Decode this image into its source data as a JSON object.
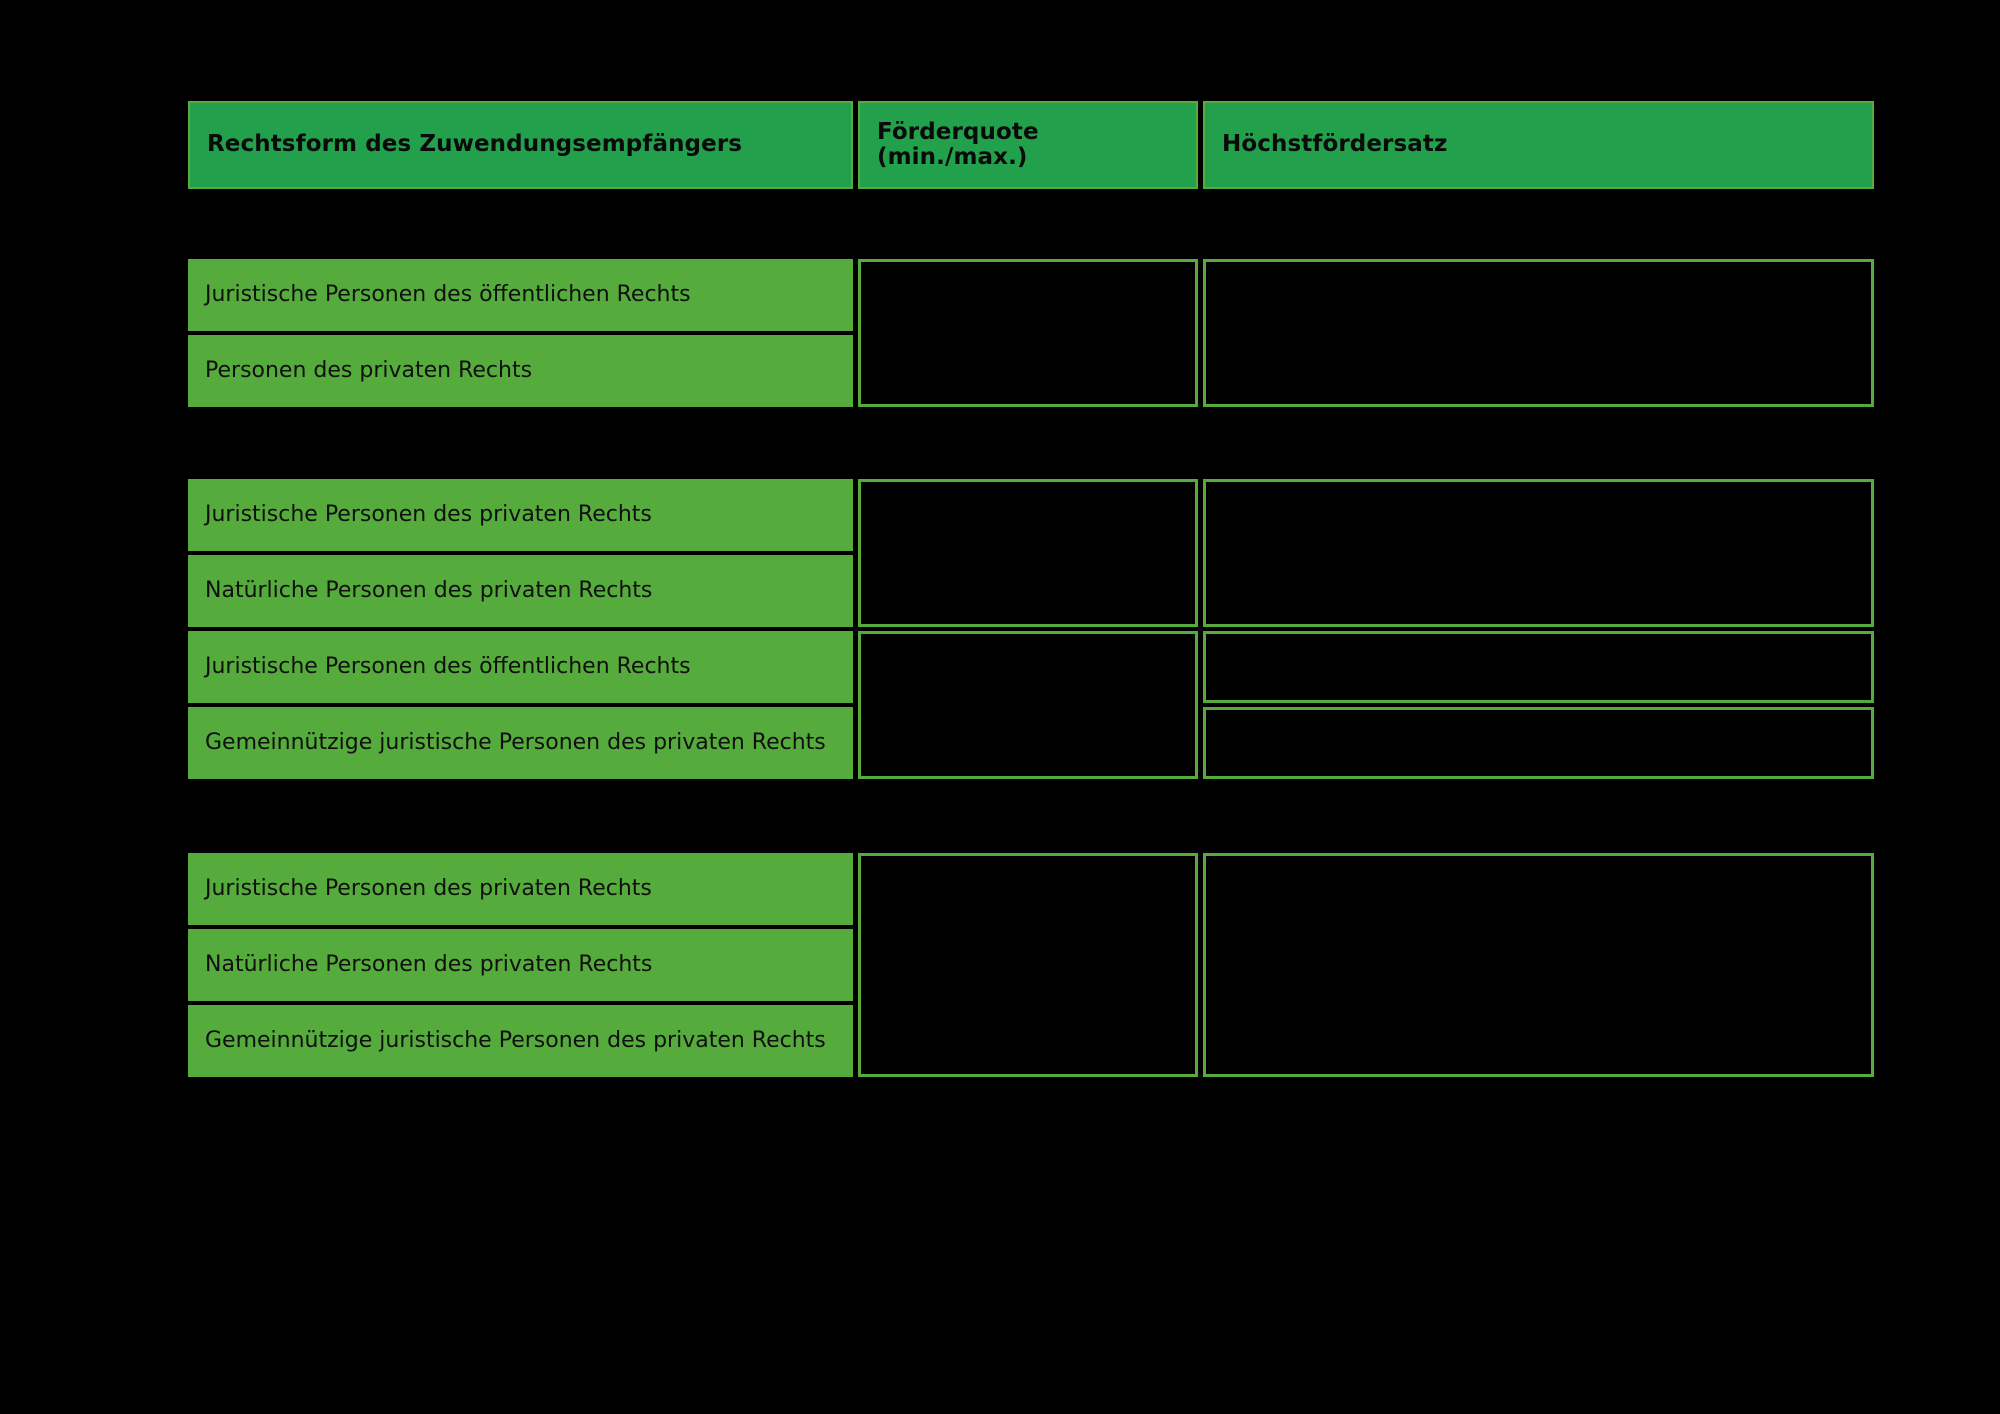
{
  "table": {
    "headers": [
      {
        "label": "Rechtsform des Zuwendungsempfängers"
      },
      {
        "label": "Förderquote (min./max.)"
      },
      {
        "label": "Höchstfördersatz"
      }
    ],
    "groups": [
      {
        "id": "group-1",
        "rows": [
          {
            "recipient": "Juristische Personen des öffentlichen Rechts",
            "height": 72
          },
          {
            "recipient": "Personen des privaten Rechts",
            "height": 72
          }
        ],
        "funding_rate_cells": [
          {
            "value": "",
            "span": 2
          }
        ],
        "max_rate_cells": [
          {
            "value": "",
            "span": 2
          }
        ]
      },
      {
        "id": "group-2",
        "rows": [
          {
            "recipient": "Juristische Personen des privaten Rechts",
            "height": 72
          },
          {
            "recipient": "Natürliche Personen des privaten Rechts",
            "height": 72
          },
          {
            "recipient": "Juristische Personen des öffentlichen Rechts",
            "height": 72
          },
          {
            "recipient": "Gemeinnützige juristische Personen des privaten Rechts",
            "height": 72
          }
        ],
        "funding_rate_cells": [
          {
            "value": "",
            "span": 2
          },
          {
            "value": "",
            "span": 2
          }
        ],
        "max_rate_cells": [
          {
            "value": "",
            "span": 2
          },
          {
            "value": "",
            "span": 1
          },
          {
            "value": "",
            "span": 1
          }
        ]
      },
      {
        "id": "group-3",
        "rows": [
          {
            "recipient": "Juristische Personen des privaten Rechts",
            "height": 72
          },
          {
            "recipient": "Natürliche Personen des privaten Rechts",
            "height": 72
          },
          {
            "recipient": "Gemeinnützige juristische Personen des privaten Rechts",
            "height": 72
          }
        ],
        "funding_rate_cells": [
          {
            "value": "",
            "span": 3
          }
        ],
        "max_rate_cells": [
          {
            "value": "",
            "span": 3
          }
        ]
      }
    ]
  },
  "colors": {
    "background": "#000000",
    "header_green": "#22a04b",
    "row_green": "#55ab3b",
    "border_green": "#55ab3b",
    "text_dark": "#0a0a0a"
  }
}
